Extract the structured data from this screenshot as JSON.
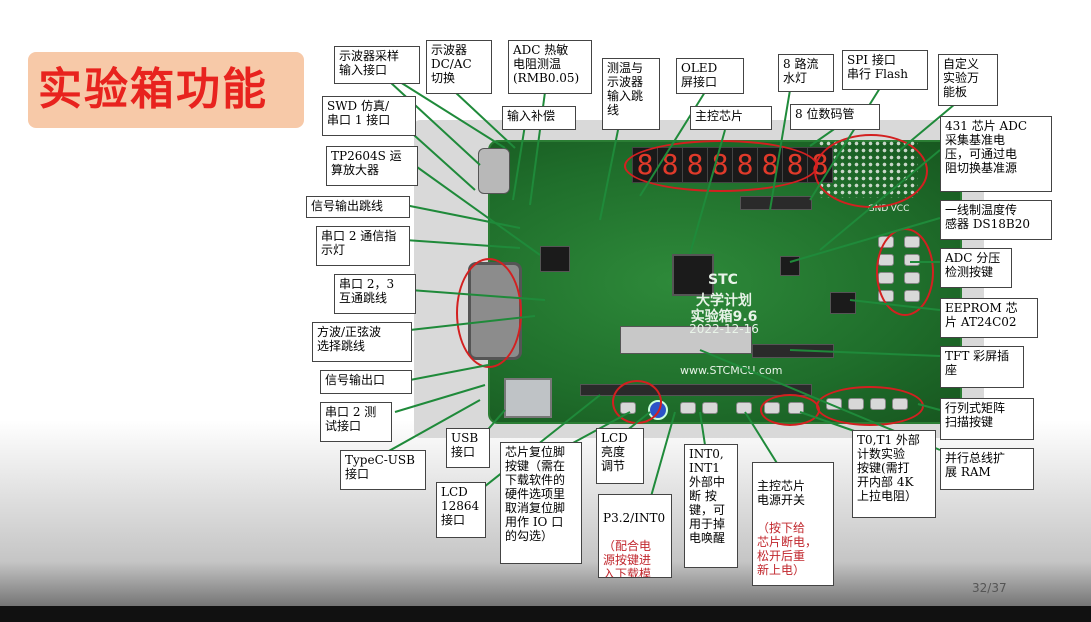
{
  "slide": {
    "title": "实验箱功能",
    "page": "32/37"
  },
  "board": {
    "brand": "STC",
    "name_line1": "大学计划",
    "name_line2": "实验箱9.6",
    "date": "2022-12-16",
    "url": "www.STCMCU.com",
    "led_digits": [
      "8",
      "8",
      "8",
      "8",
      "8",
      "8",
      "8",
      "8"
    ],
    "gnd_label": "GND",
    "vcc_label": "VCC"
  },
  "labels": {
    "osc_sample": "示波器采样\n输入接口",
    "osc_dc_ac": "示波器\nDC/AC\n切换",
    "adc_thermistor": "ADC 热敏\n电阻测温\n(RMB0.05)",
    "temp_osc_jump": "测温与\n示波器\n输入跳\n线",
    "oled": "OLED\n屏接口",
    "led8": "8 路流\n水灯",
    "spi_flash": "SPI 接口\n串行 Flash",
    "custom_board": "自定义\n实验万\n能板",
    "swd": "SWD 仿真/\n串口 1 接口",
    "input_comp": "输入补偿",
    "main_chip": "主控芯片",
    "seg8": "8 位数码管",
    "opamp": "TP2604S 运\n算放大器",
    "adc431": "431 芯片 ADC\n采集基准电\n压，可通过电\n阻切换基准源",
    "sig_out_jump": "信号输出跳线",
    "ds18b20": "一线制温度传\n感器 DS18B20",
    "uart2_led": "串口 2 通信指\n示灯",
    "adc_divider": "ADC 分压\n检测按键",
    "uart23": "串口 2，3\n互通跳线",
    "eeprom": "EEPROM 芯\n片 AT24C02",
    "wave_select": "方波/正弦波\n选择跳线",
    "tft": "TFT 彩屏插\n座",
    "sig_out": "信号输出口",
    "matrix_keys": "行列式矩阵\n扫描按键",
    "uart2_test": "串口 2 测\n试接口",
    "usb": "USB\n接口",
    "reset_key": "芯片复位脚\n按键（需在\n下载软件的\n硬件选项里\n取消复位脚\n用作 IO 口\n的勾选）",
    "lcd_bright": "LCD\n亮度\n调节",
    "int01": "INT0,\nINT1\n外部中\n断 按\n键，可\n用于掉\n电唤醒",
    "power_switch_head": "主控芯片\n电源开关",
    "power_switch_note": "（按下给\n芯片断电，\n松开后重\n新上电）",
    "t0t1": "T0,T1 外部\n计数实验\n按键(需打\n开内部 4K\n上拉电阻）",
    "parallel_ram": "并行总线扩\n展 RAM",
    "typec": "TypeC-USB\n接口",
    "lcd12864": "LCD\n12864\n接口",
    "p32_head": "P3.2/INT0",
    "p32_note": "（配合电\n源按键进\n入下载模\n式）"
  }
}
